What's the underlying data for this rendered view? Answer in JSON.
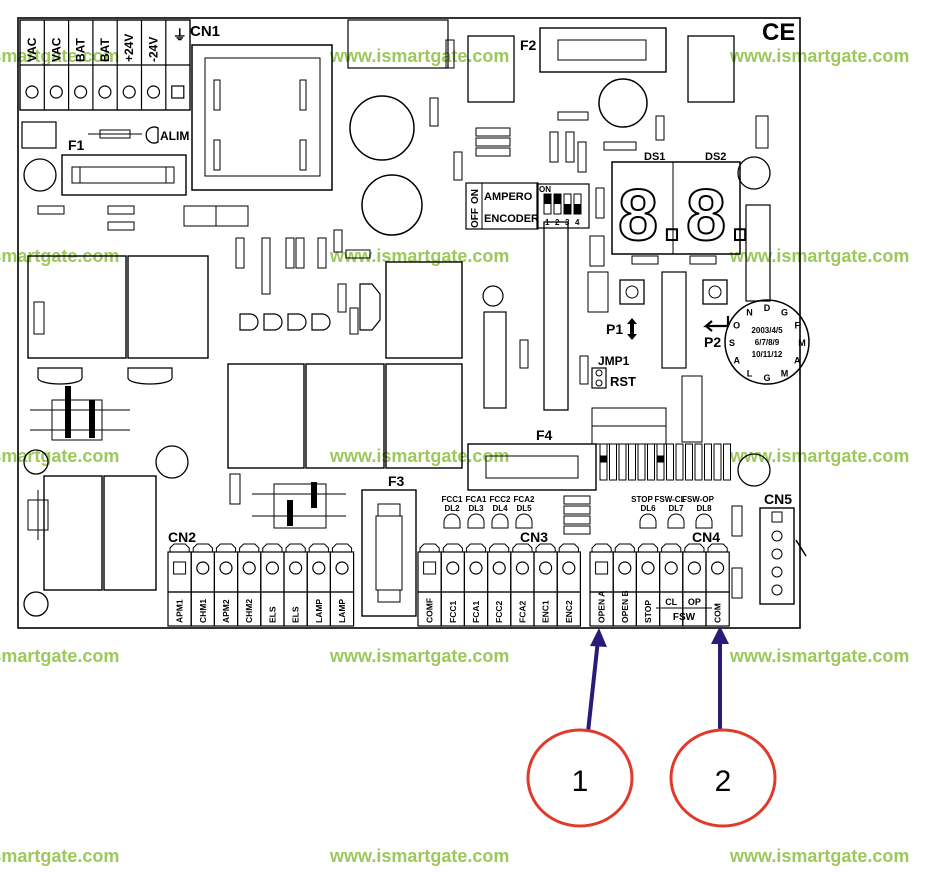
{
  "watermark": "www.ismartgate.com",
  "colors": {
    "watermark": "#9cc85e",
    "arrow": "#2a1a7a",
    "callout": "#e03a2a"
  },
  "labels": {
    "cn1": "CN1",
    "cn2": "CN2",
    "cn3": "CN3",
    "cn4": "CN4",
    "cn5": "CN5",
    "f1": "F1",
    "f2": "F2",
    "f3": "F3",
    "f4": "F4",
    "ds1": "DS1",
    "ds2": "DS2",
    "p1": "P1",
    "p2": "P2",
    "jmp1": "JMP1",
    "rst": "RST",
    "alim": "ALIM",
    "ce": "CE",
    "on": "ON",
    "off": "OFF",
    "ampero": "AMPERO",
    "encoder": "ENCODER",
    "dip_on": "ON",
    "dip_nums": [
      "1",
      "2",
      "3",
      "4"
    ],
    "display": "8.8.",
    "led_left": [
      "FCC1",
      "FCA1",
      "FCC2",
      "FCA2"
    ],
    "led_left_sub": [
      "DL2",
      "DL3",
      "DL4",
      "DL5"
    ],
    "led_right": [
      "STOP",
      "FSW-CL",
      "FSW-OP"
    ],
    "led_right_sub": [
      "DL6",
      "DL7",
      "DL8"
    ],
    "dial_ring": [
      "D",
      "G",
      "F",
      "M",
      "A",
      "M",
      "G",
      "L",
      "A",
      "S",
      "O",
      "N"
    ],
    "dial_center": [
      "2003/4/5",
      "6/7/8/9",
      "10/11/12"
    ]
  },
  "cn1_terminals": [
    "VAC",
    "VAC",
    "BAT",
    "BAT",
    "+24V",
    "-24V",
    "⏚"
  ],
  "cn2_terminals": [
    "APM1",
    "CHM1",
    "APM2",
    "CHM2",
    "ELS",
    "ELS",
    "LAMP",
    "LAMP"
  ],
  "cn3_terminals": [
    "COMF",
    "FCC1",
    "FCA1",
    "FCC2",
    "FCA2",
    "ENC1",
    "ENC2"
  ],
  "cn4_terminals": [
    "OPEN A",
    "OPEN B",
    "STOP",
    "CL",
    "OP",
    "COM"
  ],
  "cn4_group": "FSW",
  "callouts": [
    {
      "number": "1",
      "target": "OPEN A"
    },
    {
      "number": "2",
      "target": "COM"
    }
  ]
}
